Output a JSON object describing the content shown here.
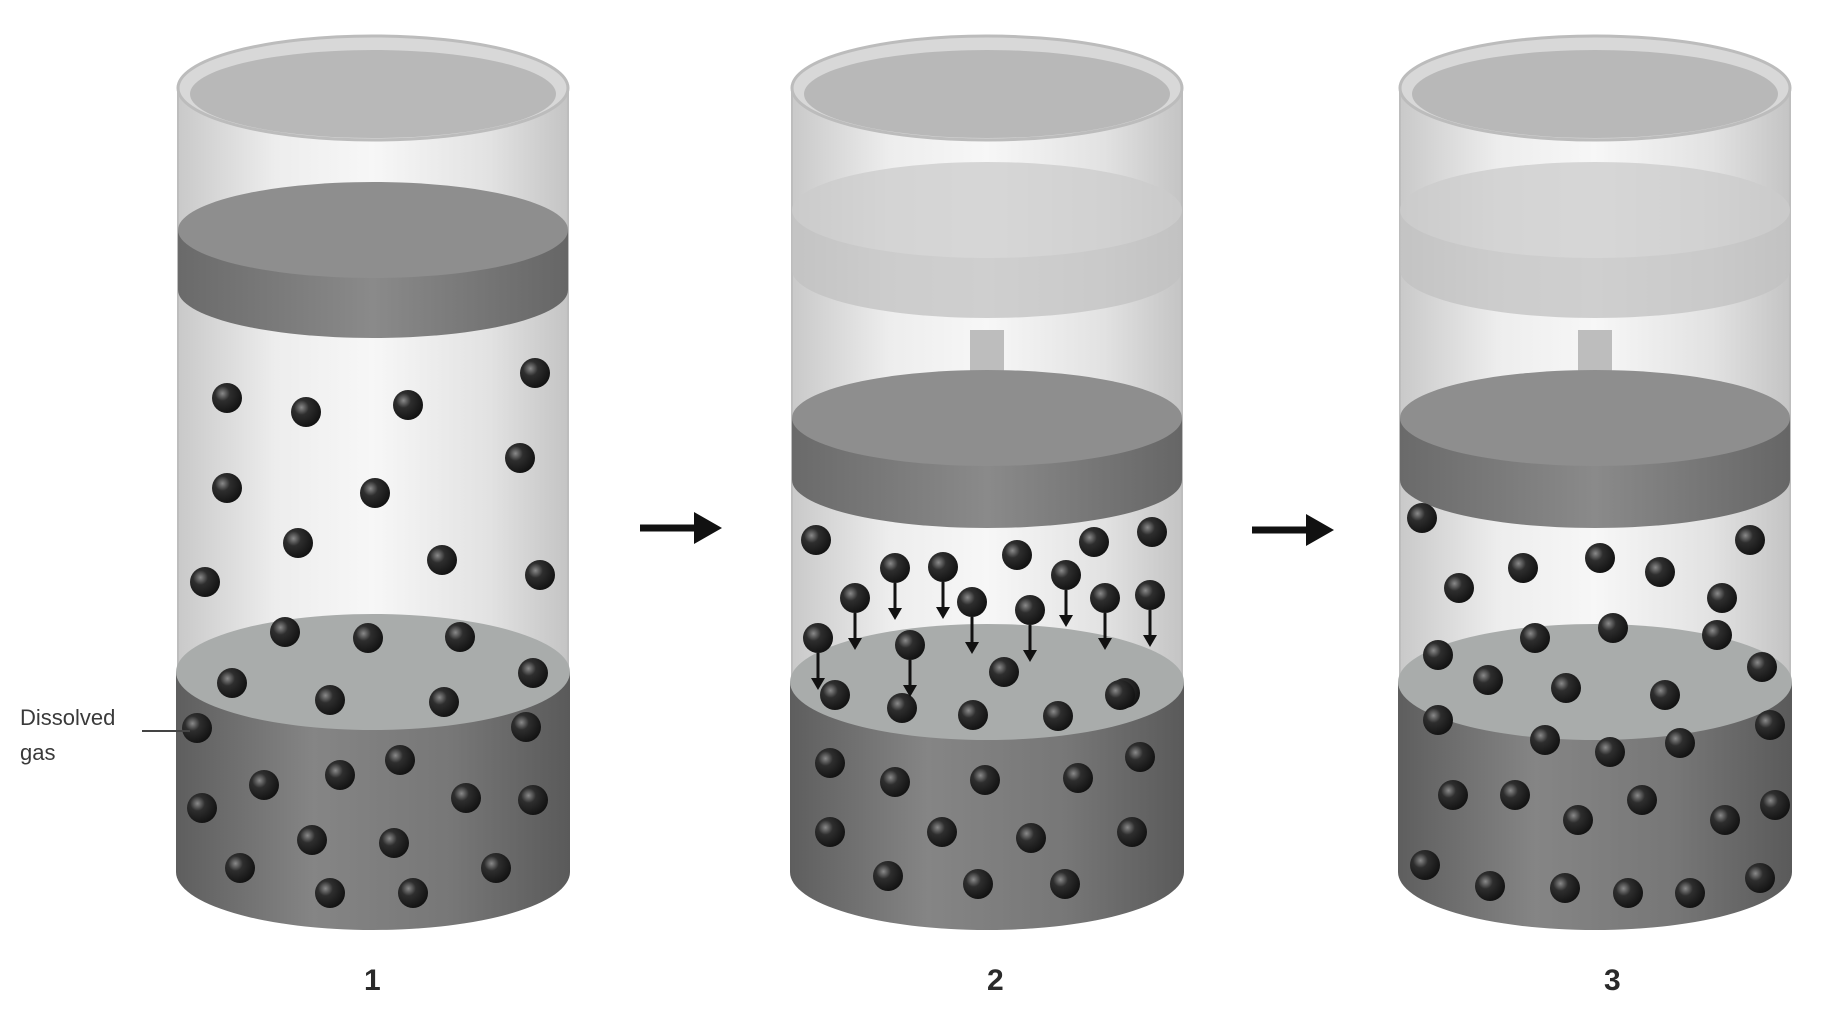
{
  "diagram": {
    "annotation": {
      "line1": "Dissolved",
      "line2": "gas"
    },
    "panels": [
      {
        "label": "1",
        "piston_state": "initial"
      },
      {
        "label": "2",
        "piston_state": "compressing"
      },
      {
        "label": "3",
        "piston_state": "equilibrium"
      }
    ],
    "colors": {
      "liquid_side": "#6f6f6f",
      "liquid_top": "#a9acab",
      "piston": "#7d7d7d",
      "piston_ghost": "#c4c4c4",
      "glass": "#d6d6d6",
      "molecule": "#2b2b2b",
      "arrow": "#111111",
      "push_arrow": "#bdbdbd"
    }
  }
}
